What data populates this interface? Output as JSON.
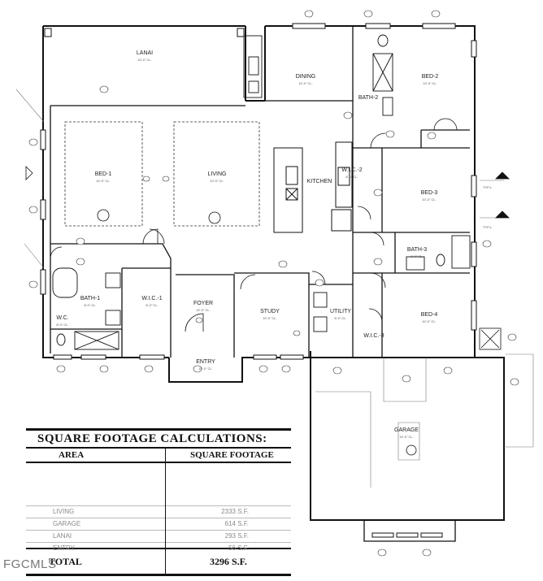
{
  "rooms": {
    "lanai": {
      "name": "LANAI",
      "dim": "10'-0\" CL."
    },
    "dining": {
      "name": "DINING",
      "dim": "10'-0\" CL."
    },
    "bed2": {
      "name": "BED-2",
      "dim": "10'-0\" CL."
    },
    "bath2": {
      "name": "BATH-2"
    },
    "bed1": {
      "name": "BED-1",
      "dim": "10'-0\" CL."
    },
    "living": {
      "name": "LIVING",
      "dim": "10'-0\" CL."
    },
    "kitchen": {
      "name": "KITCHEN"
    },
    "wic2": {
      "name": "W.I.C.-2",
      "dim": "8'-0\" CL."
    },
    "bed3": {
      "name": "BED-3",
      "dim": "10'-0\" CL."
    },
    "bath3": {
      "name": "BATH-3",
      "dim": "8'-0\" CL."
    },
    "bath1": {
      "name": "BATH-1",
      "dim": "8'-0\" CL."
    },
    "wic1": {
      "name": "W.I.C.-1",
      "dim": "8'-0\" CL."
    },
    "foyer": {
      "name": "FOYER",
      "dim": "10'-0\" CL."
    },
    "study": {
      "name": "STUDY",
      "dim": "10'-0\" CL."
    },
    "utility": {
      "name": "UTILITY",
      "dim": "8'-0\" CL."
    },
    "bed4": {
      "name": "BED-4",
      "dim": "10'-0\" CL."
    },
    "wic3": {
      "name": "W.I.C.-3"
    },
    "wc": {
      "name": "W.C.",
      "dim": "8'-0\" CL."
    },
    "entry": {
      "name": "ENTRY",
      "dim": "10'-0\" CL."
    },
    "garage": {
      "name": "GARAGE",
      "dim": "10'-0\" CL."
    }
  },
  "tags": {
    "tyl1": "TYP-L",
    "tyl2": "TYP-L"
  },
  "square_footage": {
    "title": "SQUARE FOOTAGE CALCULATIONS:",
    "col_area": "AREA",
    "col_sqft": "SQUARE FOOTAGE",
    "rows": [
      {
        "area": "LIVING",
        "sqft": "2333 S.F."
      },
      {
        "area": "GARAGE",
        "sqft": "614 S.F."
      },
      {
        "area": "LANAI",
        "sqft": "293 S.F."
      },
      {
        "area": "ENTRY",
        "sqft": "56 S.F."
      }
    ],
    "total_label": "TOTAL",
    "total_value": "3296 S.F."
  },
  "watermark": "FGCMLS",
  "colors": {
    "line": "#111111",
    "light_line": "#777777",
    "background": "#ffffff"
  }
}
